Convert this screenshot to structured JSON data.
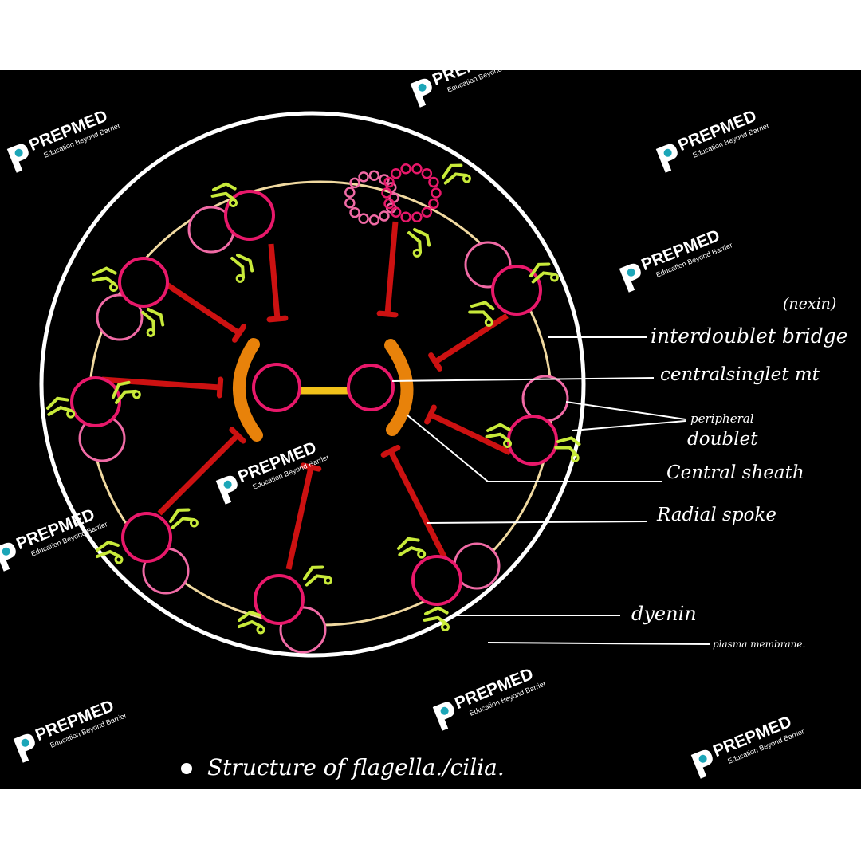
{
  "labels": {
    "nexin": "(nexin)",
    "interdoublet_bridge": "interdoublet bridge",
    "central_singlet": "centralsinglet mt",
    "peripheral": "peripheral",
    "doublet": "doublet",
    "central_sheath": "Central sheath",
    "radial_spoke": "Radial spoke",
    "dynein": "dyenin",
    "plasma_membrane": "plasma membrane.",
    "caption": "Structure of flagella./cilia."
  },
  "watermark": {
    "brand": "PREPMED",
    "tagline": "Education Beyond Barrier"
  },
  "colors": {
    "background": "#000000",
    "membrane": "#ffffff",
    "inner_ring": "#f0d9a0",
    "tubule_outline": "#e8186a",
    "tubule_b_outline": "#f06aa5",
    "radial_spoke": "#cc1111",
    "central_sheath": "#e8820a",
    "central_bridge": "#f2c21a",
    "dynein_arm": "#c8ea3a"
  }
}
